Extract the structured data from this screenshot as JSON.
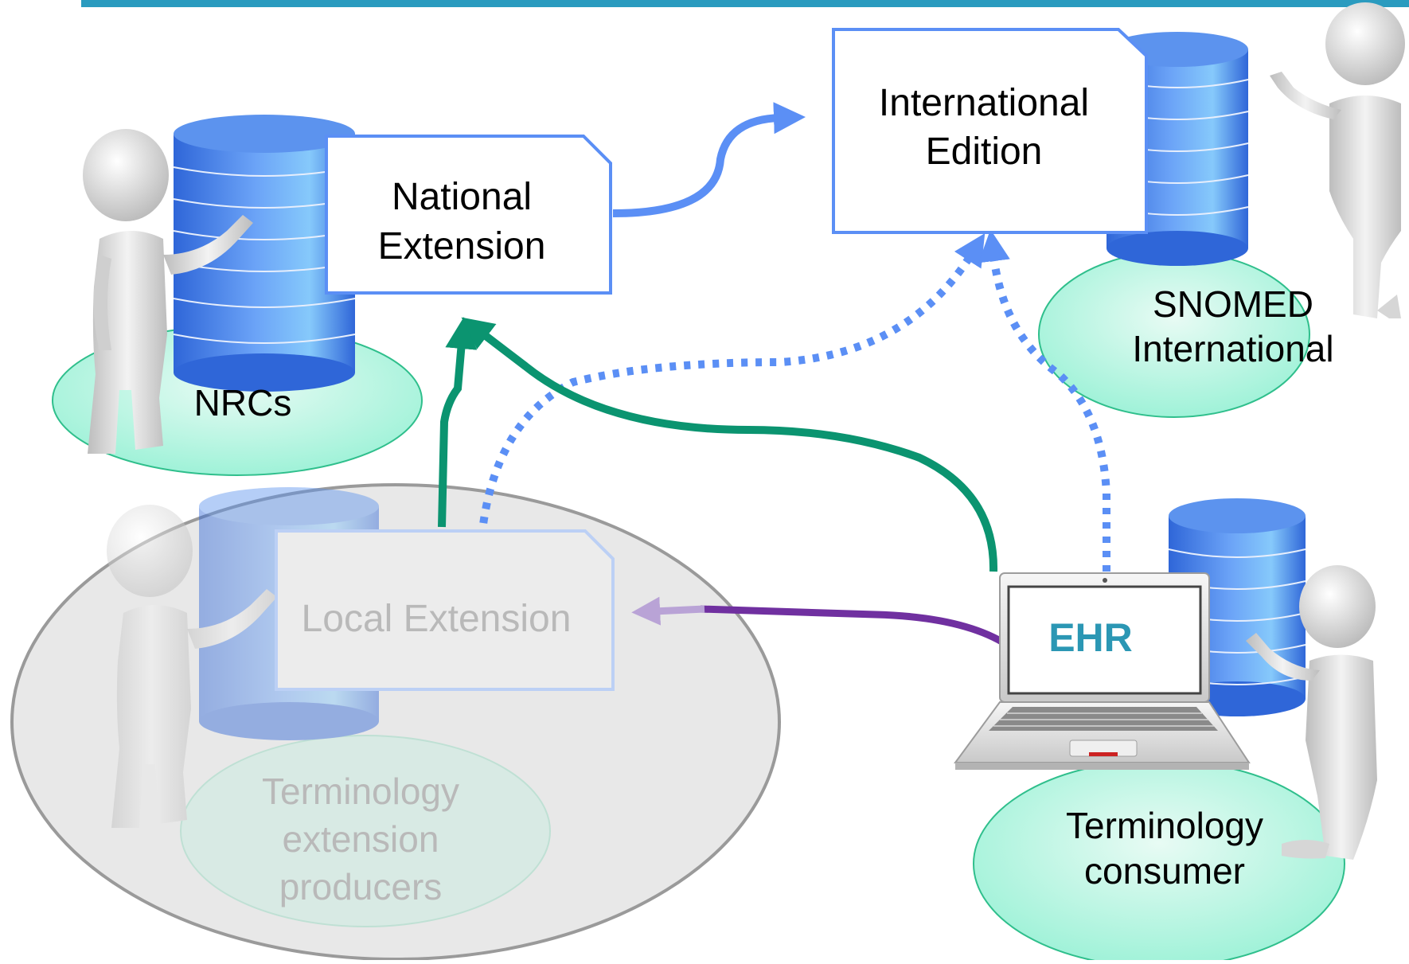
{
  "colors": {
    "top_rule": "#2a9bbf",
    "doc_border": "#5b8ff5",
    "blue_arrow": "#5b8ff5",
    "green_arrow": "#0b9470",
    "purple_arrow": "#7030a0",
    "ellipse_fill": "#9ff2d8",
    "group_fill": "#e8e8e8",
    "ehr_text": "#2b97b4"
  },
  "documents": {
    "national_extension": "National Extension",
    "international_edition": "International Edition",
    "local_extension": "Local Extension"
  },
  "groups": {
    "nrcs": "NRCs",
    "snomed_international": "SNOMED International",
    "terminology_extension_producers": "Terminology extension producers",
    "terminology_consumer": "Terminology consumer"
  },
  "ehr_label": "EHR",
  "icons": [
    "database-icon",
    "person-figure-icon",
    "laptop-icon",
    "document-icon"
  ]
}
